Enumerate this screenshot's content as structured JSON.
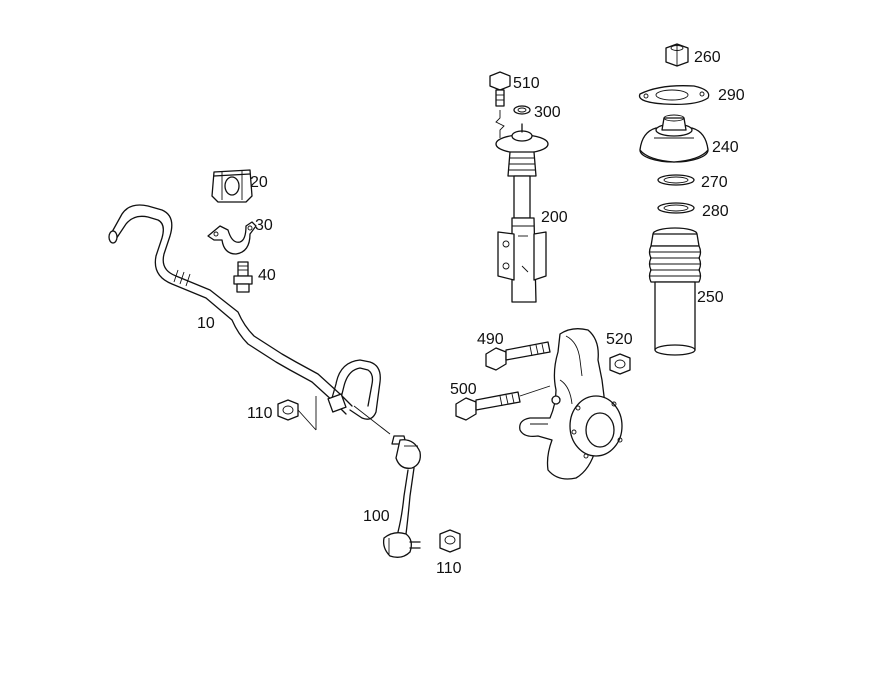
{
  "callouts": {
    "p10": "10",
    "p20": "20",
    "p30": "30",
    "p40": "40",
    "p100": "100",
    "p110a": "110",
    "p110b": "110",
    "p200": "200",
    "p240": "240",
    "p250": "250",
    "p260": "260",
    "p270": "270",
    "p280": "280",
    "p290": "290",
    "p300": "300",
    "p490": "490",
    "p500": "500",
    "p510": "510",
    "p520": "520"
  }
}
